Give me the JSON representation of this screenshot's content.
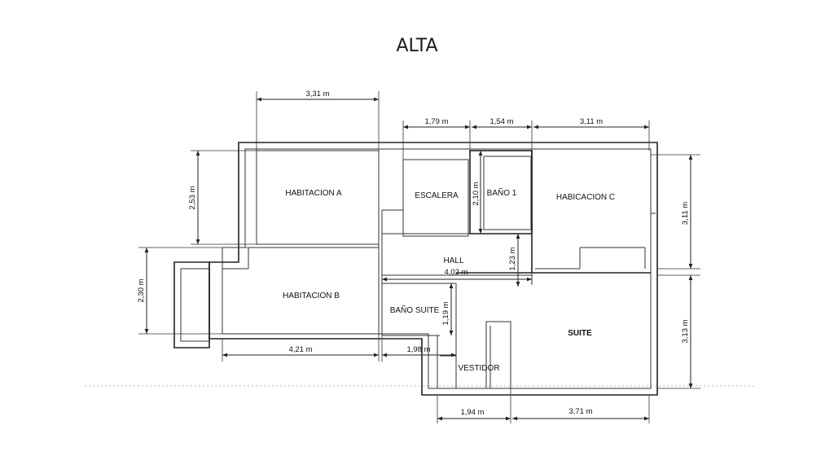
{
  "title": "ALTA",
  "rooms": {
    "habitacion_a": "HABITACION A",
    "habitacion_b": "HABITACION B",
    "escalera": "ESCALERA",
    "bano_1": "BAÑO 1",
    "habicacion_c": "HABICACION C",
    "hall": "HALL",
    "bano_suite": "BAÑO SUITE",
    "suite": "SUITE",
    "vestidor": "VESTIDOR"
  },
  "dimensions": {
    "top_habitacion_a": "3,31 m",
    "top_escalera": "1,79 m",
    "top_bano_1": "1,54 m",
    "top_habicacion_c": "3,11 m",
    "left_habitacion_a": "2,53 m",
    "left_habitacion_b": "2,30 m",
    "escalera_height": "2,10 m",
    "hall_height": "1,23 m",
    "hall_width": "4,02 m",
    "bano_suite_height": "1,19 m",
    "right_habicacion_c": "3,11 m",
    "right_suite": "3,13 m",
    "bottom_habitacion_b": "4,21 m",
    "bottom_bano_suite": "1,98 m",
    "bottom_vestidor": "1,94 m",
    "bottom_suite": "3,71 m"
  }
}
